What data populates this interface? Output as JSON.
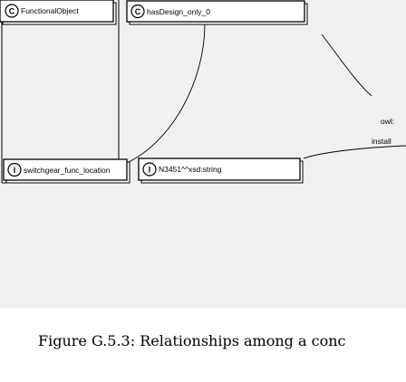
{
  "nodes": {
    "functional_object": {
      "label": "FunctionalObject",
      "badge": "C"
    },
    "has_design_only": {
      "label": "hasDesign_only_0",
      "badge": "C"
    },
    "switchgear_func_location": {
      "label": "switchgear_func_location",
      "badge": "I"
    },
    "n3451_string": {
      "label": "N3451^^xsd:string",
      "badge": "I"
    }
  },
  "edges": {
    "owl_label": "owl:",
    "install_label": "install"
  },
  "caption": "Figure G.5.3: Relationships among a conc",
  "colors": {
    "panel_background": "#f0f0f0",
    "stroke": "#000000"
  }
}
